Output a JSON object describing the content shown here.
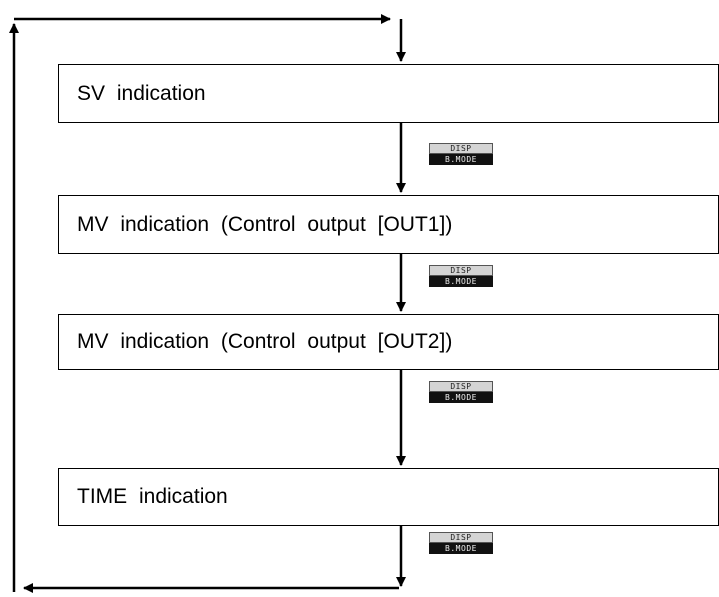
{
  "steps": [
    "SV  indication",
    "MV  indication  (Control  output  [OUT1])",
    "MV  indication  (Control  output  [OUT2])",
    "TIME  indication"
  ],
  "key": {
    "top_label": "DISP",
    "bottom_label": "B.MODE"
  }
}
